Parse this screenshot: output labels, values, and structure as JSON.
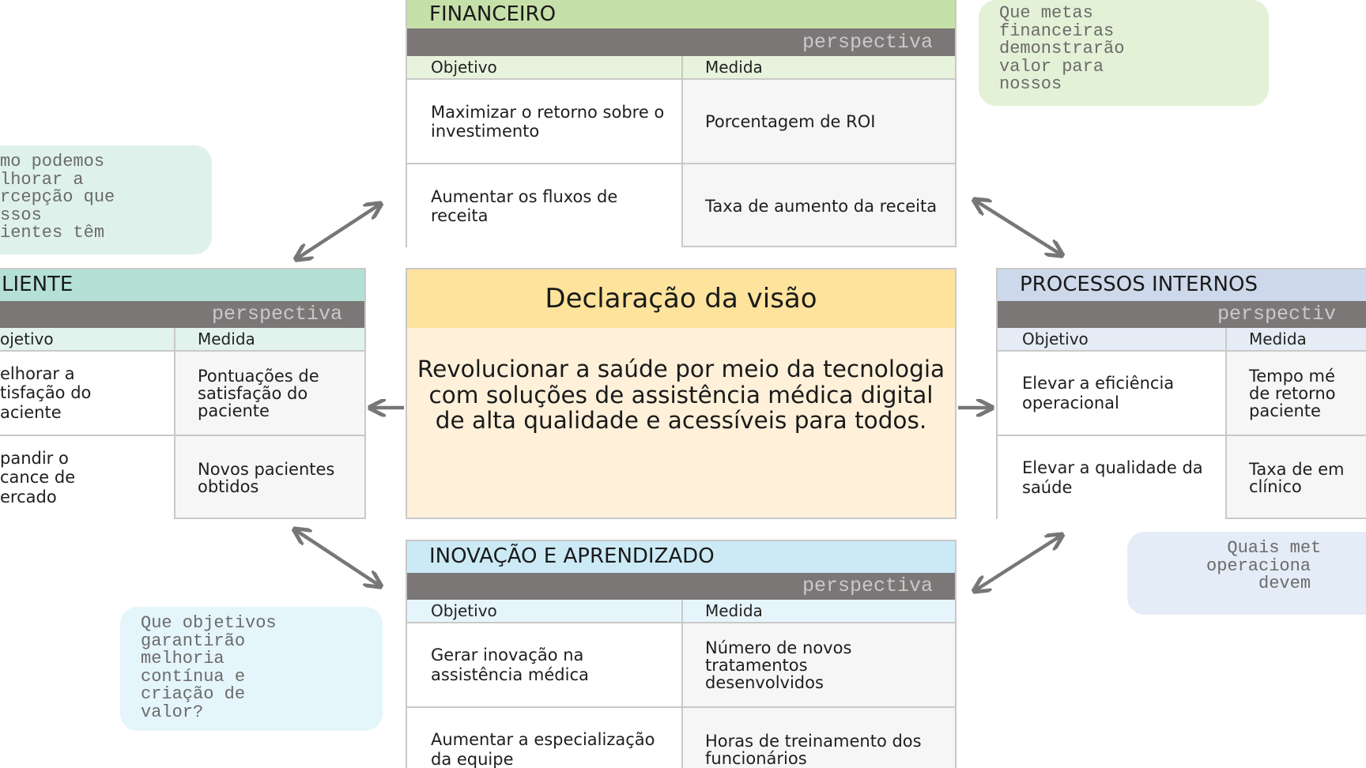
{
  "colors": {
    "financial": "#c6e0a9",
    "financial_header": "#e7f3dc",
    "customer": "#b5e0d6",
    "customer_header": "#e2f3ee",
    "internal": "#cdd8ea",
    "internal_header": "#e6ecf6",
    "innovation": "#cbeaf6",
    "innovation_header": "#e6f5fb",
    "vision_header": "#fde39c",
    "vision_body": "#fef0d9",
    "bar": "#7b7777",
    "arrow": "#777777"
  },
  "financial": {
    "title": "FINANCEIRO",
    "bar": "perspectiva",
    "col_objective": "Objetivo",
    "col_measure": "Medida",
    "rows": [
      {
        "objective": "Maximizar o retorno sobre o investimento",
        "measure": "Porcentagem de ROI"
      },
      {
        "objective": "Aumentar os fluxos de receita",
        "measure": "Taxa de aumento da receita"
      }
    ],
    "note": "Que metas\nfinanceiras\ndemonstrarão\nvalor para\nnossos"
  },
  "customer": {
    "title": "LIENTE",
    "bar": "perspectiva",
    "col_objective": "ojetivo",
    "col_measure": "Medida",
    "rows": [
      {
        "objective": "elhorar a\ntisfação do\naciente",
        "measure": "Pontuações de satisfação do paciente"
      },
      {
        "objective": "pandir o\ncance de\nercado",
        "measure": "Novos pacientes obtidos"
      }
    ],
    "note": "mo podemos\nlhorar a\nrcepção que\nssos\nientes têm"
  },
  "internal": {
    "title": "PROCESSOS INTERNOS",
    "bar": "perspectiv",
    "col_objective": "Objetivo",
    "col_measure": "Medida",
    "rows": [
      {
        "objective": "Elevar a eficiência operacional",
        "measure": "Tempo mé\nde retorno\npaciente"
      },
      {
        "objective": "Elevar a qualidade da saúde",
        "measure": "Taxa de em\nclínico"
      }
    ],
    "note": "  Quais met\noperaciona\n     devem"
  },
  "innovation": {
    "title": "INOVAÇÃO E APRENDIZADO",
    "bar": "perspectiva",
    "col_objective": "Objetivo",
    "col_measure": "Medida",
    "rows": [
      {
        "objective": "Gerar inovação na assistência médica",
        "measure": "Número de novos tratamentos desenvolvidos"
      },
      {
        "objective": "Aumentar a especialização da equipe",
        "measure": "Horas de treinamento dos funcionários"
      }
    ],
    "note": "Que objetivos\ngarantirão\nmelhoria\ncontínua e\ncriação de\nvalor?"
  },
  "vision": {
    "title": "Declaração da visão",
    "text": "Revolucionar a saúde por meio da tecnologia com soluções de assistência médica digital de alta qualidade e acessíveis para todos."
  }
}
